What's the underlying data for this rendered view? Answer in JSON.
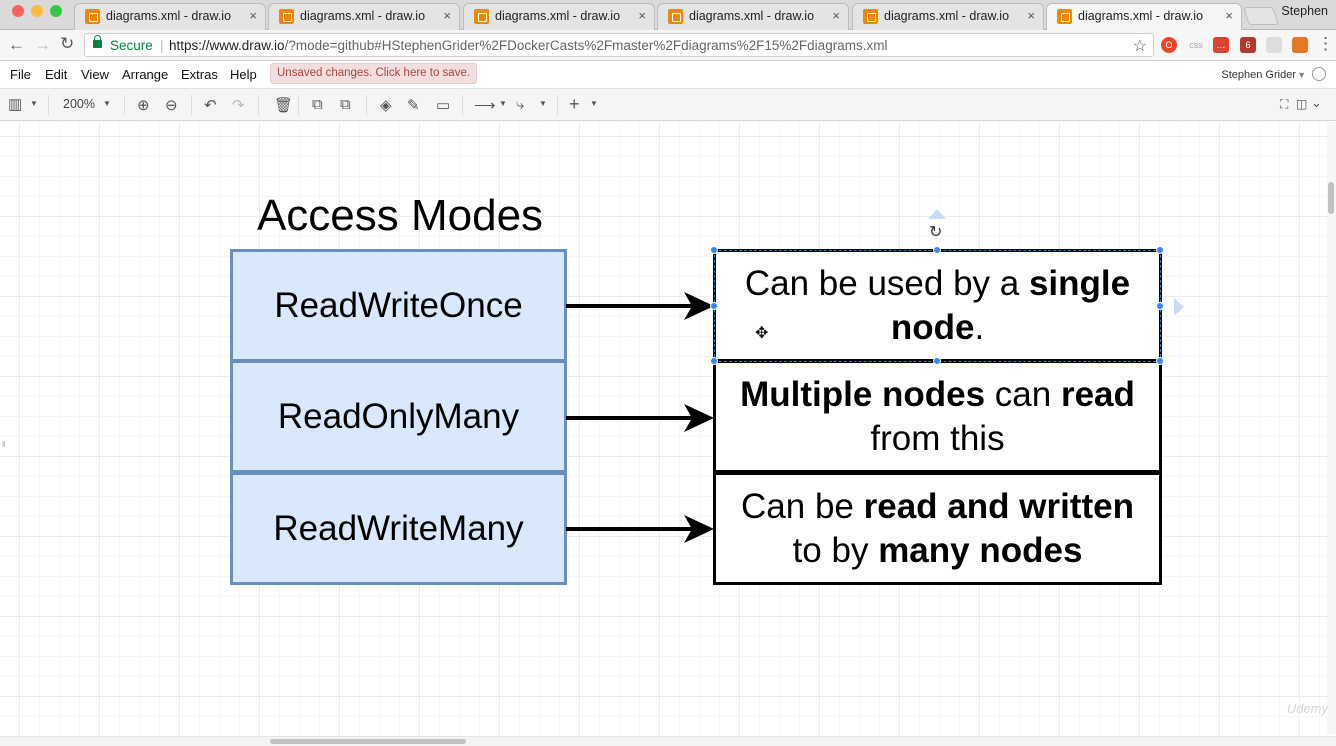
{
  "browser": {
    "tabs": [
      {
        "title": "diagrams.xml - draw.io",
        "close": "×"
      },
      {
        "title": "diagrams.xml - draw.io",
        "close": "×"
      },
      {
        "title": "diagrams.xml - draw.io",
        "close": "×"
      },
      {
        "title": "diagrams.xml - draw.io",
        "close": "×"
      },
      {
        "title": "diagrams.xml - draw.io",
        "close": "×"
      },
      {
        "title": "diagrams.xml - draw.io",
        "close": "×"
      }
    ],
    "active_tab_index": 5,
    "profile_name": "Stephen",
    "secure_label": "Secure",
    "url_host": "https://www.draw.io",
    "url_path": "/?mode=github#HStephenGrider%2FDockerCasts%2Fmaster%2Fdiagrams%2F15%2Fdiagrams.xml",
    "ext_css_label": "css",
    "ext_badge": "6"
  },
  "menubar": {
    "items": [
      "File",
      "Edit",
      "View",
      "Arrange",
      "Extras",
      "Help"
    ],
    "unsaved_notice": "Unsaved changes. Click here to save.",
    "user_name": "Stephen Grider"
  },
  "toolbar": {
    "zoom": "200%"
  },
  "diagram": {
    "title": "Access Modes",
    "modes": [
      "ReadWriteOnce",
      "ReadOnlyMany",
      "ReadWriteMany"
    ],
    "descriptions": [
      [
        {
          "t": "Can be used by a ",
          "b": false
        },
        {
          "t": "single node",
          "b": true
        },
        {
          "t": ".",
          "b": false
        }
      ],
      [
        {
          "t": "Multiple nodes",
          "b": true
        },
        {
          "t": " can ",
          "b": false
        },
        {
          "t": "read",
          "b": true
        },
        {
          "t": " from this",
          "b": false
        }
      ],
      [
        {
          "t": "Can be ",
          "b": false
        },
        {
          "t": "read and written",
          "b": true
        },
        {
          "t": " to by ",
          "b": false
        },
        {
          "t": "many nodes",
          "b": true
        }
      ]
    ],
    "selected_index": 0
  },
  "colors": {
    "mode_fill": "#dae8fc",
    "mode_stroke": "#6c8ebf",
    "selection": "#3b82f6",
    "unsaved_bg": "#f2dede",
    "unsaved_text": "#a94442"
  },
  "watermark": "Udemy"
}
